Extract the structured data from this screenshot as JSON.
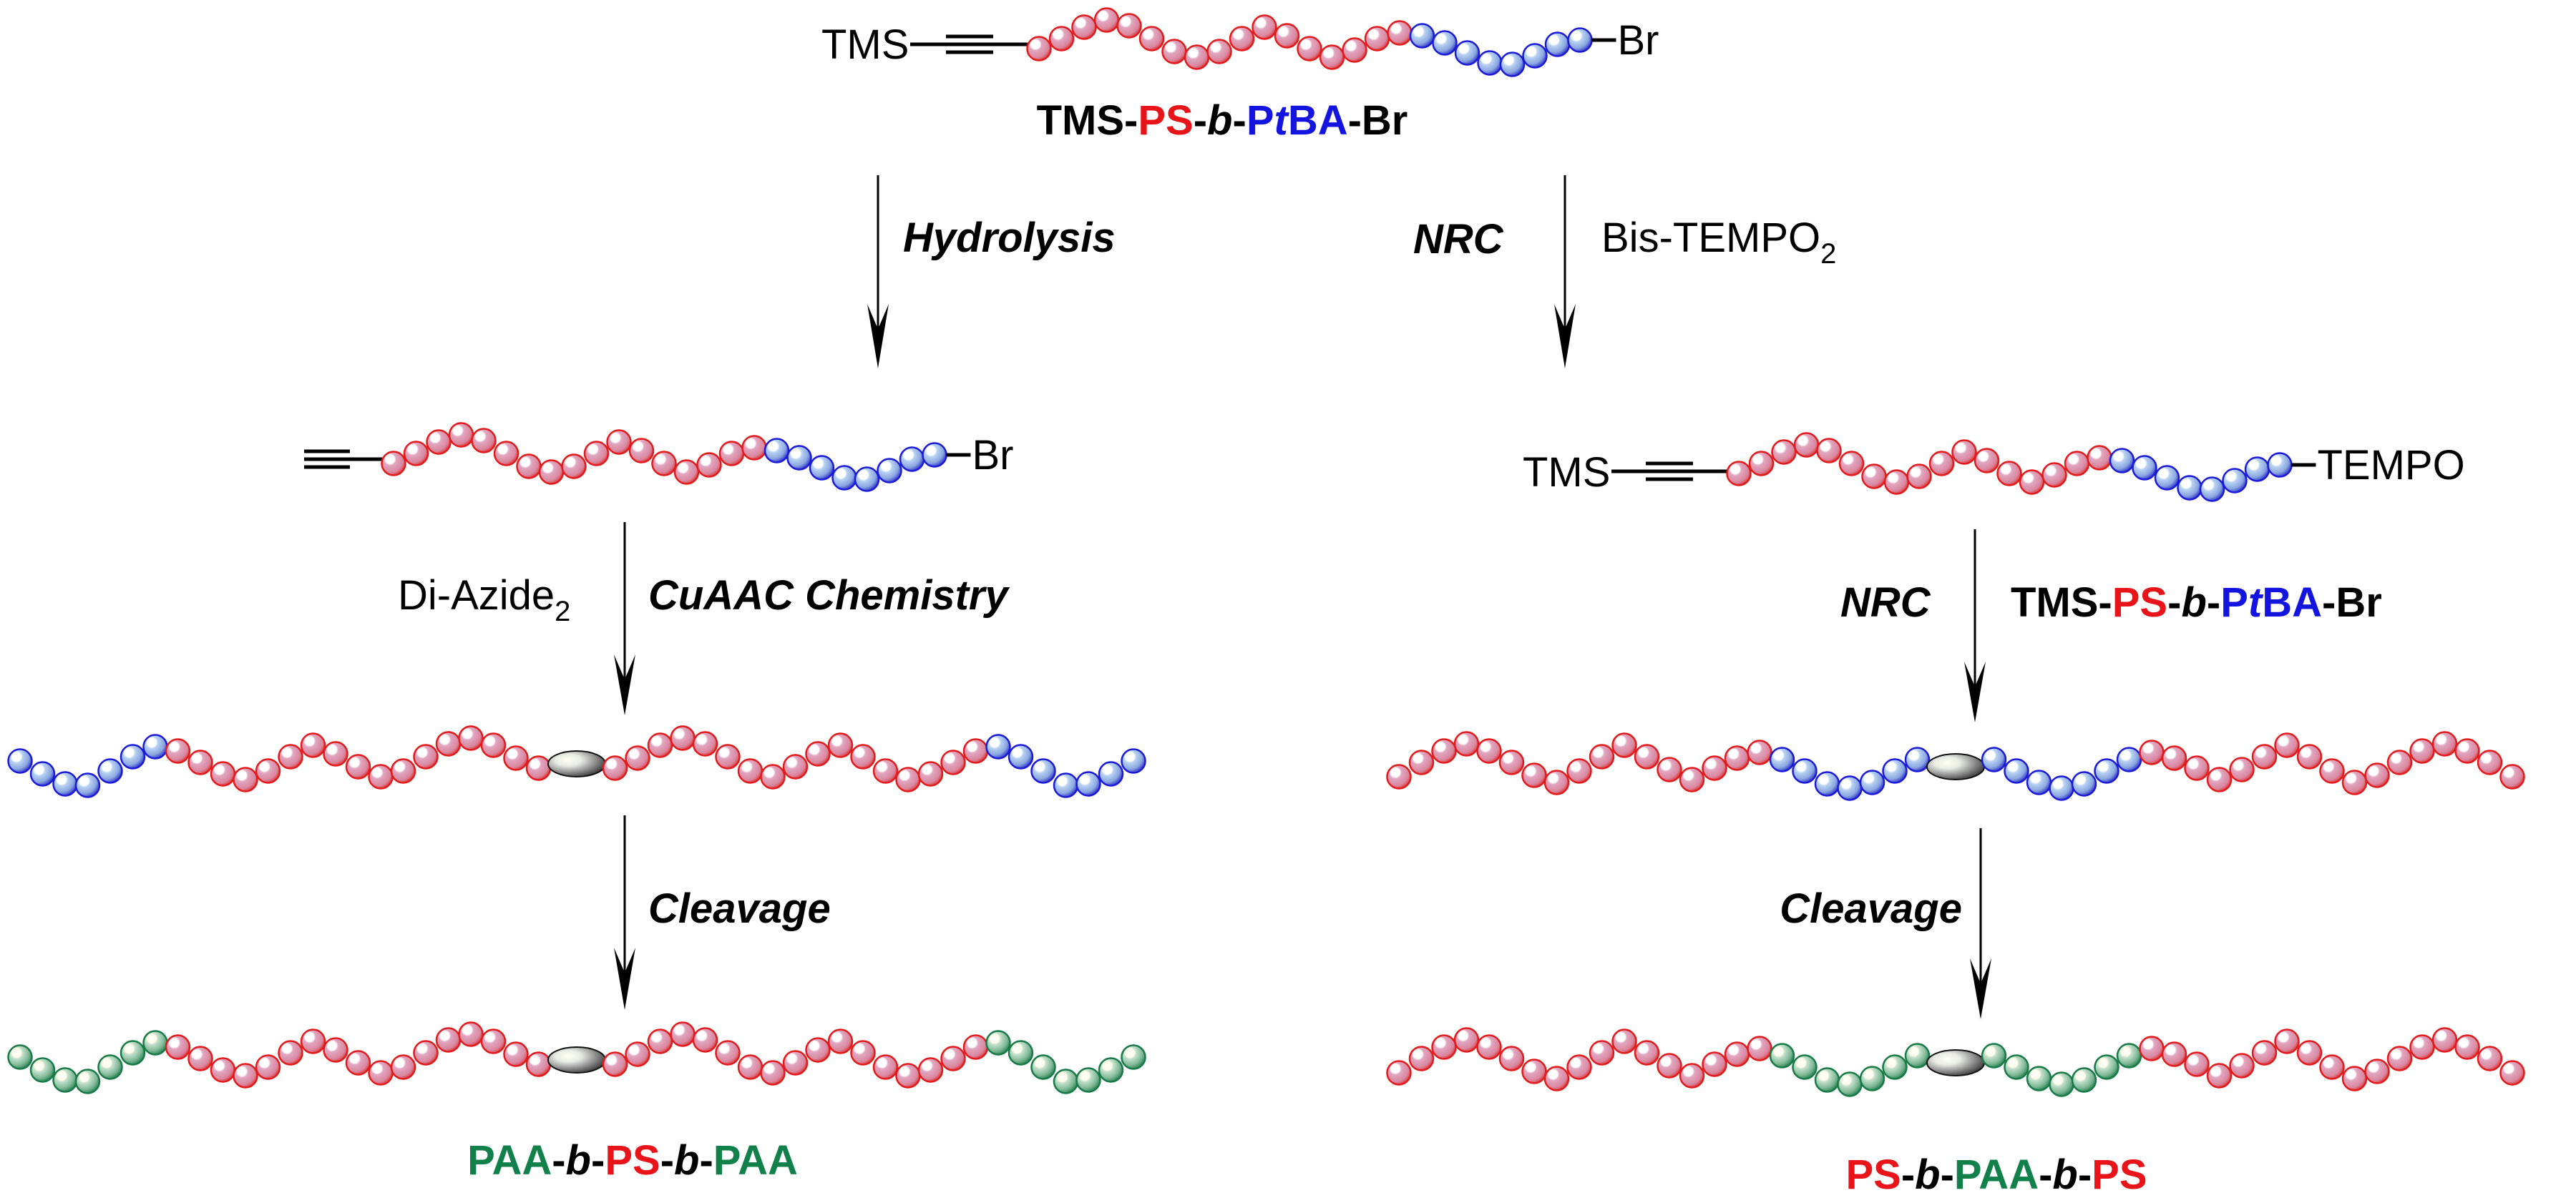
{
  "colors": {
    "ps": "#e8141a",
    "ptba": "#1414e0",
    "paa": "#12804a",
    "text": "#000000",
    "junction": "#7a7a7a"
  },
  "top": {
    "left_group": "TMS",
    "right_group": "Br",
    "chain": {
      "ps_beads": 17,
      "ptba_beads": 8
    },
    "name": [
      {
        "t": "TMS-",
        "c": "text",
        "i": false
      },
      {
        "t": "PS",
        "c": "ps",
        "i": false
      },
      {
        "t": "-",
        "c": "text",
        "i": false
      },
      {
        "t": "b",
        "c": "text",
        "i": true
      },
      {
        "t": "-",
        "c": "text",
        "i": false
      },
      {
        "t": "P",
        "c": "ptba",
        "i": false
      },
      {
        "t": "t",
        "c": "ptba",
        "i": true
      },
      {
        "t": "BA",
        "c": "ptba",
        "i": false
      },
      {
        "t": "-Br",
        "c": "text",
        "i": false
      }
    ]
  },
  "left_branch": {
    "step1": {
      "condition": "Hydrolysis"
    },
    "intermediate": {
      "left_group": "",
      "right_group": "Br",
      "ps_beads": 17,
      "ptba_beads": 8
    },
    "step2": {
      "reagent": "Di-Azide",
      "reagent_sub": "2",
      "condition": "CuAAC Chemistry"
    },
    "coupled": {
      "segments": [
        "ptba:7",
        "ps:17",
        "junction",
        "ps:17",
        "ptba:7"
      ]
    },
    "step3": {
      "condition": "Cleavage"
    },
    "product": {
      "segments": [
        "paa:7",
        "ps:17",
        "junction",
        "ps:17",
        "paa:7"
      ]
    },
    "product_name": [
      {
        "t": "PAA",
        "c": "paa",
        "i": false
      },
      {
        "t": "-",
        "c": "text",
        "i": false
      },
      {
        "t": "b",
        "c": "text",
        "i": true
      },
      {
        "t": "-",
        "c": "text",
        "i": false
      },
      {
        "t": "PS",
        "c": "ps",
        "i": false
      },
      {
        "t": "-",
        "c": "text",
        "i": false
      },
      {
        "t": "b",
        "c": "text",
        "i": true
      },
      {
        "t": "-",
        "c": "text",
        "i": false
      },
      {
        "t": "PAA",
        "c": "paa",
        "i": false
      }
    ]
  },
  "right_branch": {
    "step1": {
      "condition": "NRC",
      "reagent": "Bis-TEMPO",
      "reagent_sub": "2"
    },
    "intermediate": {
      "left_group": "TMS",
      "right_group": "TEMPO",
      "ps_beads": 17,
      "ptba_beads": 8
    },
    "step2": {
      "condition": "NRC",
      "reagent": [
        {
          "t": "TMS-",
          "c": "text",
          "i": false
        },
        {
          "t": "PS",
          "c": "ps",
          "i": false
        },
        {
          "t": "-",
          "c": "text",
          "i": false
        },
        {
          "t": "b",
          "c": "text",
          "i": true
        },
        {
          "t": "-",
          "c": "text",
          "i": false
        },
        {
          "t": "P",
          "c": "ptba",
          "i": false
        },
        {
          "t": "t",
          "c": "ptba",
          "i": true
        },
        {
          "t": "BA",
          "c": "ptba",
          "i": false
        },
        {
          "t": "-Br",
          "c": "text",
          "i": false
        }
      ]
    },
    "coupled": {
      "segments": [
        "ps:17",
        "ptba:7",
        "junction",
        "ptba:7",
        "ps:17"
      ]
    },
    "step3": {
      "condition": "Cleavage"
    },
    "product": {
      "segments": [
        "ps:17",
        "paa:7",
        "junction",
        "paa:7",
        "ps:17"
      ]
    },
    "product_name": [
      {
        "t": "PS",
        "c": "ps",
        "i": false
      },
      {
        "t": "-",
        "c": "text",
        "i": false
      },
      {
        "t": "b",
        "c": "text",
        "i": true
      },
      {
        "t": "-",
        "c": "text",
        "i": false
      },
      {
        "t": "PAA",
        "c": "paa",
        "i": false
      },
      {
        "t": "-",
        "c": "text",
        "i": false
      },
      {
        "t": "b",
        "c": "text",
        "i": true
      },
      {
        "t": "-",
        "c": "text",
        "i": false
      },
      {
        "t": "PS",
        "c": "ps",
        "i": false
      }
    ]
  }
}
